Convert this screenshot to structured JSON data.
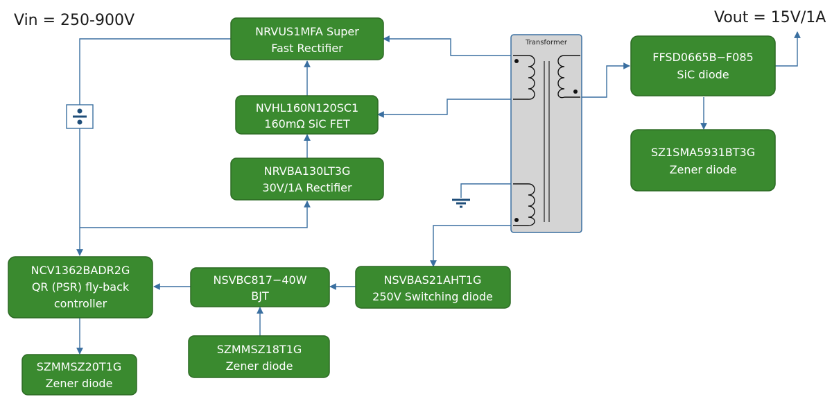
{
  "labels": {
    "vin": "Vin = 250-900V",
    "vout": "Vout = 15V/1A",
    "transformer": "Transformer"
  },
  "blocks": {
    "nrvus1mfa": {
      "line1": "NRVUS1MFA    Super",
      "line2": "Fast Rectifier"
    },
    "nvhl160": {
      "line1": "NVHL160N120SC1",
      "line2": "160mΩ SiC FET"
    },
    "nrvba130": {
      "line1": "NRVBA130LT3G",
      "line2": "30V/1A Rectifier"
    },
    "ncv1362": {
      "line1": "NCV1362BADR2G",
      "line2": "QR (PSR) fly-back",
      "line3": "controller"
    },
    "nsvbc817": {
      "line1": "NSVBC817−40W",
      "line2": "BJT"
    },
    "nsvbas21": {
      "line1": "NSVBAS21AHT1G",
      "line2": "250V Switching diode"
    },
    "szmmsz20": {
      "line1": "SZMMSZ20T1G",
      "line2": "Zener diode"
    },
    "szmmsz18": {
      "line1": "SZMMSZ18T1G",
      "line2": "Zener diode"
    },
    "ffsd0665": {
      "line1": "FFSD0665B−F085",
      "line2": "SiC diode"
    },
    "sz1sma": {
      "line1": "SZ1SMA5931BT3G",
      "line2": "Zener diode"
    }
  },
  "colors": {
    "block_fill": "#3a8a2f",
    "wire": "#3a6fa0",
    "transformer_body": "#d4d4d4"
  },
  "icons": {
    "divider": "divide-icon",
    "ground": "ground-icon"
  }
}
